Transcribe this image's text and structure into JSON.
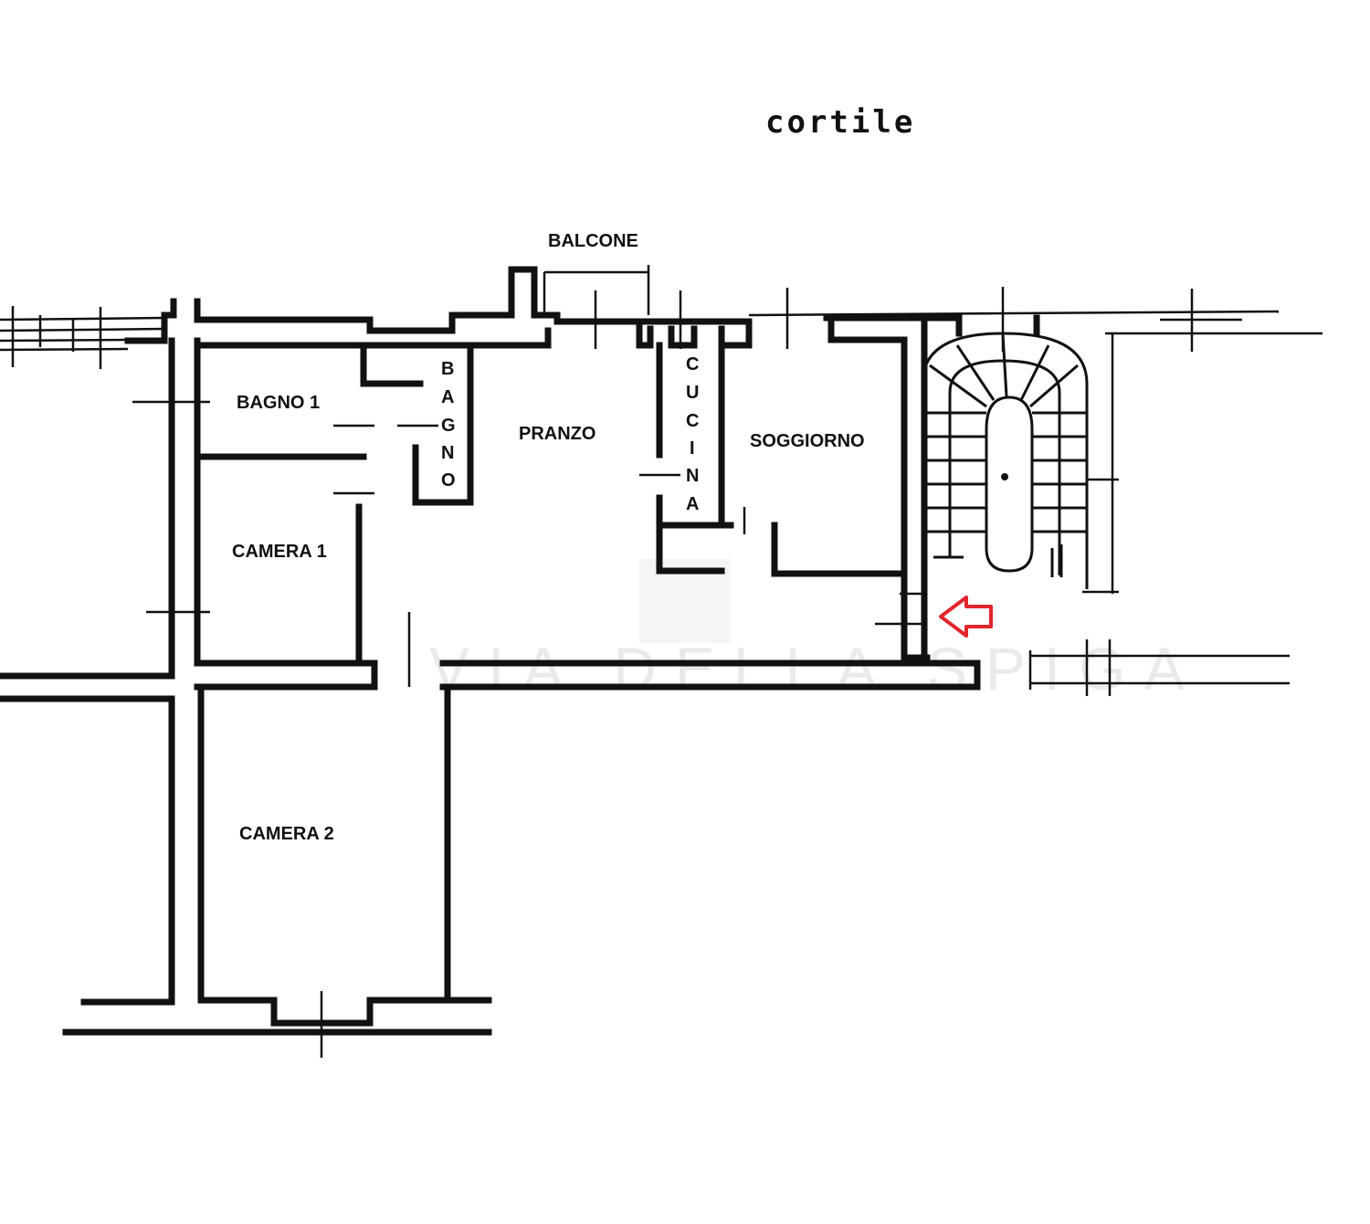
{
  "courtyard_label": "cortile",
  "watermark_text": "VIA DELLA SPIGA",
  "rooms": {
    "balcone": "BALCONE",
    "bagno1": "BAGNO 1",
    "bagno2_letters": [
      "B",
      "A",
      "G",
      "N",
      "O"
    ],
    "pranzo": "PRANZO",
    "cucina_letters": [
      "C",
      "U",
      "C",
      "I",
      "N",
      "A"
    ],
    "soggiorno": "SOGGIORNO",
    "camera1": "CAMERA 1",
    "camera2": "CAMERA 2"
  },
  "entrance_arrow_color": "#e0262b",
  "entrance_arrow_icon": "left-arrow-outline-icon"
}
